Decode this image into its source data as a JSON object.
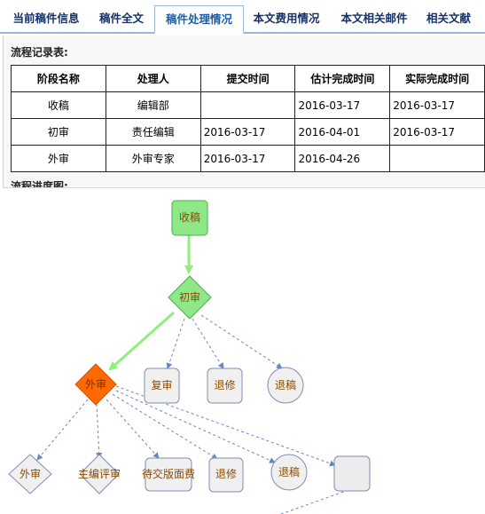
{
  "tabs": [
    {
      "label": "当前稿件信息"
    },
    {
      "label": "稿件全文"
    },
    {
      "label": "稿件处理情况"
    },
    {
      "label": "本文费用情况"
    },
    {
      "label": "本文相关邮件"
    },
    {
      "label": "相关文献"
    }
  ],
  "record_section": {
    "title": "流程记录表:",
    "columns": [
      "阶段名称",
      "处理人",
      "提交时间",
      "估计完成时间",
      "实际完成时间"
    ],
    "rows": [
      [
        "收稿",
        "编辑部",
        "",
        "2016-03-17",
        "2016-03-17"
      ],
      [
        "初审",
        "责任编辑",
        "2016-03-17",
        "2016-04-01",
        "2016-03-17"
      ],
      [
        "外审",
        "外审专家",
        "2016-03-17",
        "2016-04-26",
        ""
      ]
    ]
  },
  "progress_section": {
    "title": "流程进度图:",
    "nodes": {
      "received": "收稿",
      "initial_review": "初审",
      "external_review": "外审",
      "re_review": "复审",
      "revise_1": "退修",
      "reject_1": "退稿",
      "external_review_2": "外审",
      "chief_editor_review": "主编评审",
      "pending_layout_fee": "待交版面费",
      "revise_2": "退修",
      "reject_2": "退稿",
      "unlabeled": ""
    },
    "colors": {
      "done_fill": "#8ee887",
      "done_stroke": "#4cae4c",
      "current_fill": "#ff6a00",
      "pending_fill": "#f0f0f0",
      "pending_stroke": "#7f8db0",
      "done_edge": "#8ef07a",
      "pending_edge": "#6b85c0"
    }
  }
}
